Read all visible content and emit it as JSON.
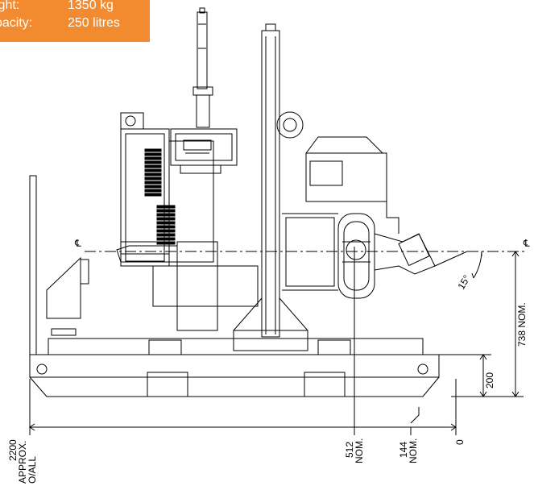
{
  "specs": {
    "weight_label": "ight:",
    "weight_value": "1350 kg",
    "capacity_label": "pacity:",
    "capacity_value": "250 litres"
  },
  "dimensions": {
    "centerline_symbol": "℄",
    "angle_label": "15°",
    "height_nom": "738 NOM.",
    "base_height": "200",
    "overall_len": "2200",
    "overall_approx": "APPROX.",
    "overall_oall": "O/ALL",
    "pos_512": "512",
    "pos_512_nom": "NOM.",
    "pos_144": "144",
    "pos_144_nom": "NOM.",
    "zero": "0"
  },
  "colors": {
    "accent": "#f28b30",
    "line": "#000000",
    "background": "#ffffff"
  }
}
